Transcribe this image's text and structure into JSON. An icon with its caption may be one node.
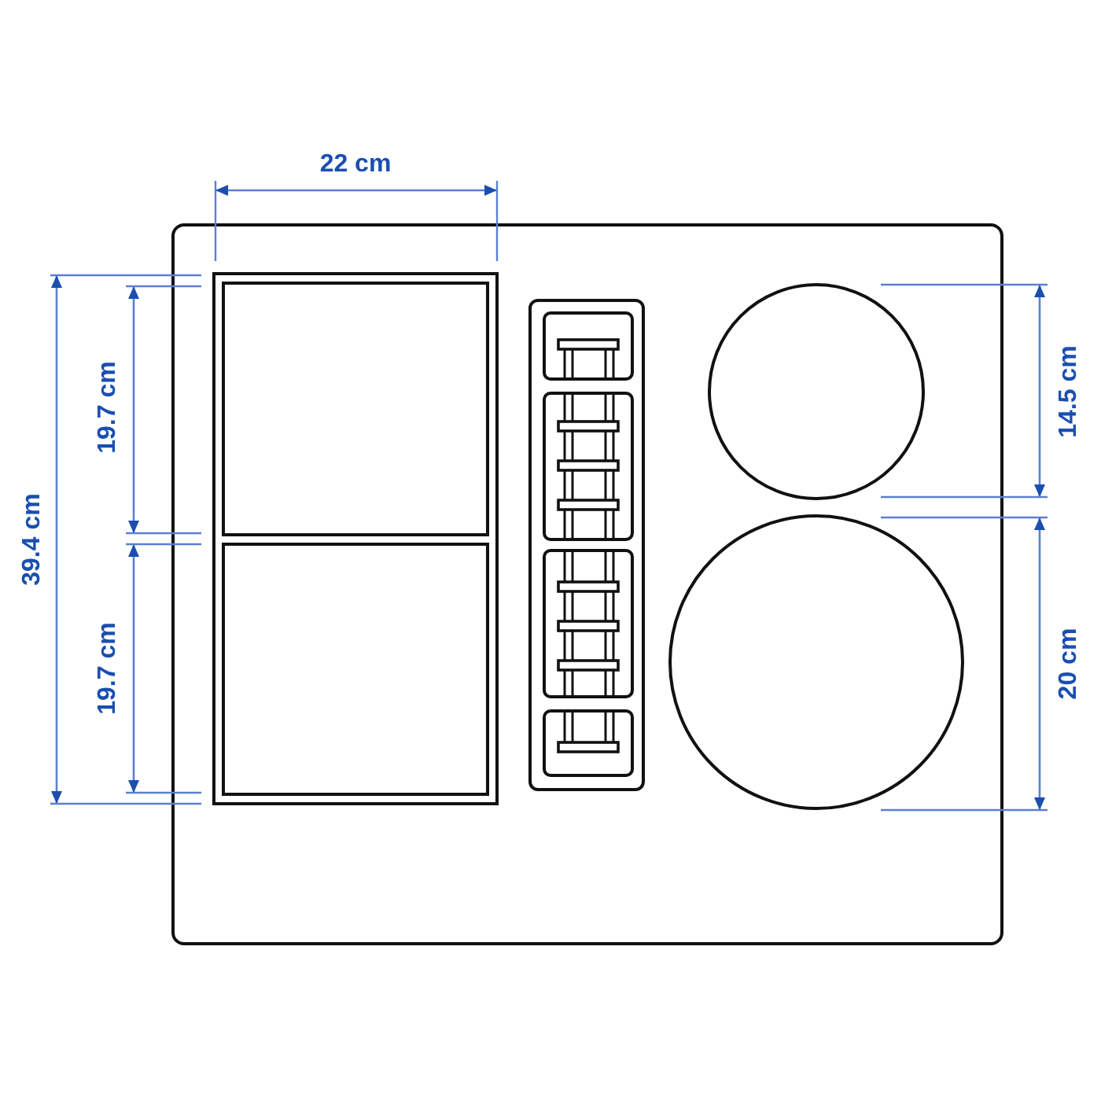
{
  "diagram": {
    "labels": [
      "22 cm",
      "39.4 cm",
      "19.7 cm",
      "19.7 cm",
      "14.5 cm",
      "20 cm"
    ]
  }
}
